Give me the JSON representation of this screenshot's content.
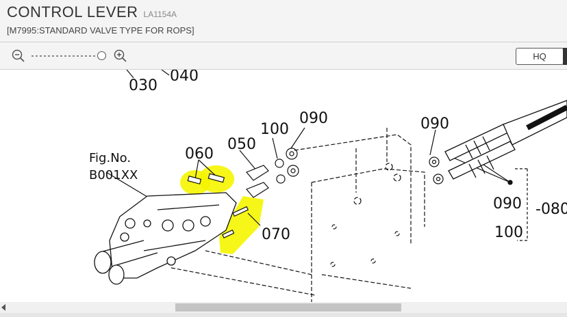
{
  "header": {
    "title": "CONTROL LEVER",
    "code": "LA1154A",
    "subtitle": "[M7995:STANDARD VALVE TYPE FOR ROPS]"
  },
  "toolbar": {
    "zoom_out_icon": "zoom-out-icon",
    "zoom_in_icon": "zoom-in-icon",
    "hq_label": "HQ"
  },
  "diagram": {
    "fig_label_1": "Fig.No.",
    "fig_label_2": "B001XX",
    "labels": {
      "p030": "030",
      "p040": "040",
      "p060": "060",
      "p050": "050",
      "p100a": "100",
      "p090a": "090",
      "p090b": "090",
      "p090c": "090",
      "p100b": "100",
      "p070": "070",
      "p080": "-080"
    },
    "highlight_color": "#f5f500"
  }
}
